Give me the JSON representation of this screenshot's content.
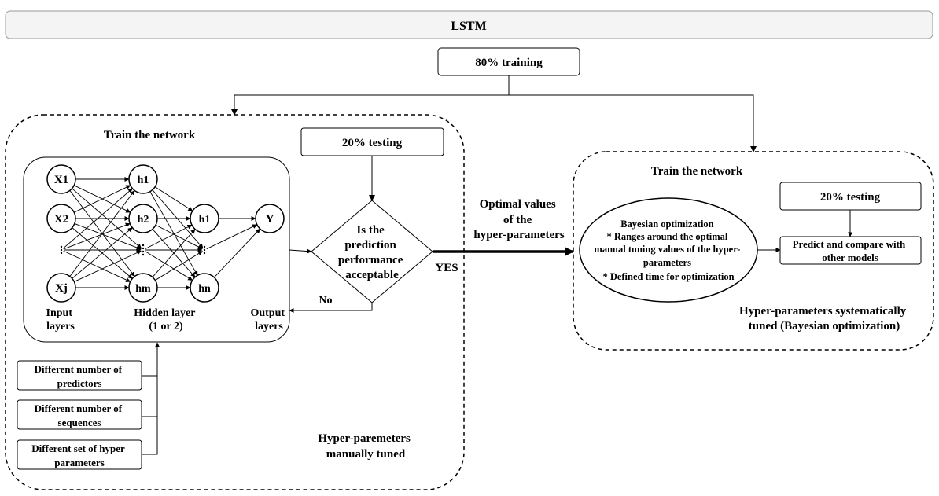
{
  "title": "LSTM",
  "training_split": "80% training",
  "manual": {
    "heading": "Train the network",
    "testing": "20% testing",
    "decision": [
      "Is the",
      "prediction",
      "performance",
      "acceptable"
    ],
    "no_label": "No",
    "yes_label": "YES",
    "input_nodes": [
      "X1",
      "X2",
      "Xj"
    ],
    "hidden1_nodes": [
      "h1",
      "h2",
      "hm"
    ],
    "hidden2_nodes": [
      "h1",
      "hn"
    ],
    "output_node": "Y",
    "input_caption": [
      "Input",
      "layers"
    ],
    "hidden_caption": [
      "Hidden layer",
      "(1 or 2)"
    ],
    "output_caption": [
      "Output",
      "layers"
    ],
    "options": [
      [
        "Different number of",
        "predictors"
      ],
      [
        "Different number of",
        "sequences"
      ],
      [
        "Different set of hyper",
        "parameters"
      ]
    ],
    "footer": [
      "Hyper-paremeters",
      "manually tuned"
    ]
  },
  "transfer": [
    "Optimal values",
    "of the",
    "hyper-parameters"
  ],
  "bayesian": {
    "heading": "Train the network",
    "testing": "20% testing",
    "ellipse": [
      "Bayesian optimization",
      "* Ranges around the optimal",
      "manual tuning values of the hyper-",
      "parameters",
      "* Defined time for optimization"
    ],
    "predict": [
      "Predict and compare with",
      "other models"
    ],
    "footer": [
      "Hyper-parameters systematically",
      "tuned (Bayesian optimization)"
    ]
  }
}
